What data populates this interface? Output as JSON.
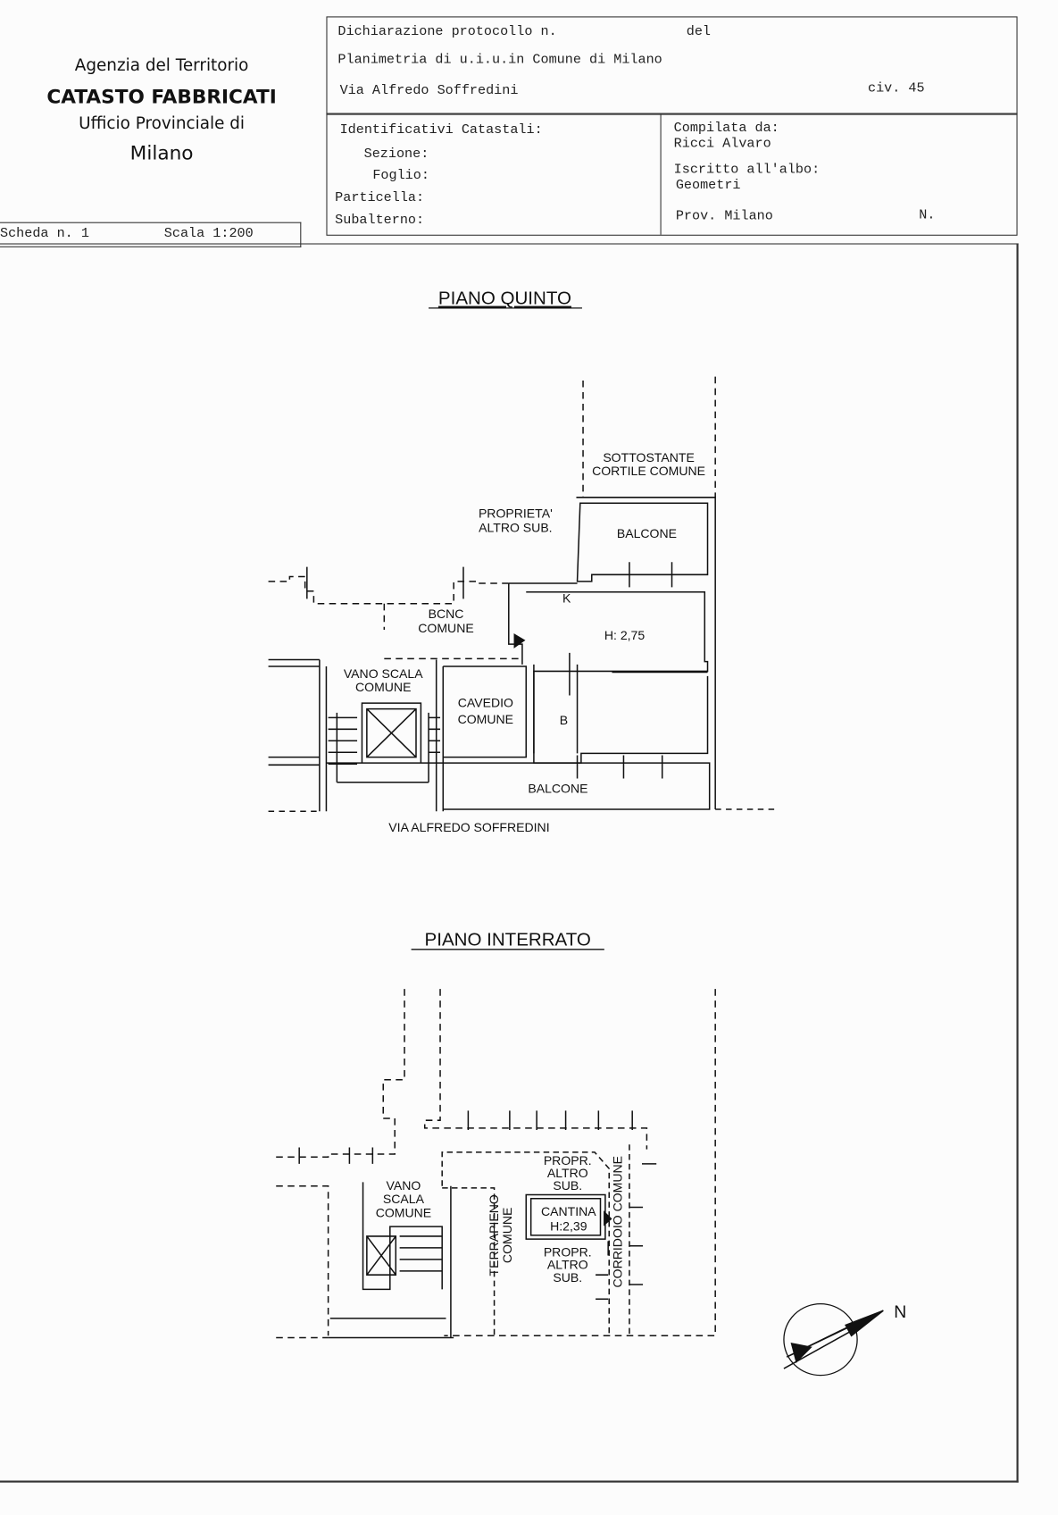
{
  "agency": {
    "line1": "Agenzia del Territorio",
    "line2": "CATASTO FABBRICATI",
    "line3": "Ufficio Provinciale di",
    "line4": "Milano"
  },
  "sheet": {
    "scheda": "Scheda n. 1",
    "scala": "Scala 1:200"
  },
  "header": {
    "protocollo": "Dichiarazione protocollo n.",
    "del": "del",
    "planimetria": "Planimetria di u.i.u.in Comune di Milano",
    "via": "Via Alfredo Soffredini",
    "civ": "civ. 45"
  },
  "identificativi": {
    "title": "Identificativi Catastali:",
    "sezione": "Sezione:",
    "foglio": "Foglio:",
    "particella": "Particella:",
    "subalterno": "Subalterno:"
  },
  "compilata": {
    "label": "Compilata da:",
    "name": "Ricci Alvaro",
    "albo_label": "Iscritto all'albo:",
    "albo": "Geometri",
    "prov": "Prov. Milano",
    "n": "N."
  },
  "piano_quinto": {
    "title": "PIANO QUINTO",
    "labels": {
      "sottostante1": "SOTTOSTANTE",
      "sottostante2": "CORTILE COMUNE",
      "proprieta1": "PROPRIETA'",
      "proprieta2": "ALTRO SUB.",
      "balcone_top": "BALCONE",
      "k": "K",
      "bcnc1": "BCNC",
      "bcnc2": "COMUNE",
      "height": "H: 2,75",
      "vano1": "VANO SCALA",
      "vano2": "COMUNE",
      "cavedio1": "CAVEDIO",
      "cavedio2": "COMUNE",
      "b": "B",
      "balcone_bottom": "BALCONE",
      "street": "VIA ALFREDO SOFFREDINI"
    }
  },
  "piano_interrato": {
    "title": "PIANO INTERRATO",
    "labels": {
      "vano1": "VANO",
      "vano2": "SCALA",
      "vano3": "COMUNE",
      "terrapieno1": "TERRAPIENO",
      "terrapieno2": "COMUNE",
      "propr_a1": "PROPR.",
      "propr_a2": "ALTRO",
      "propr_a3": "SUB.",
      "cantina": "CANTINA",
      "cantina_h": "H:2,39",
      "propr_b1": "PROPR.",
      "propr_b2": "ALTRO",
      "propr_b3": "SUB.",
      "corridoio": "CORRIDOIO COMUNE"
    }
  },
  "compass": {
    "north": "N"
  }
}
